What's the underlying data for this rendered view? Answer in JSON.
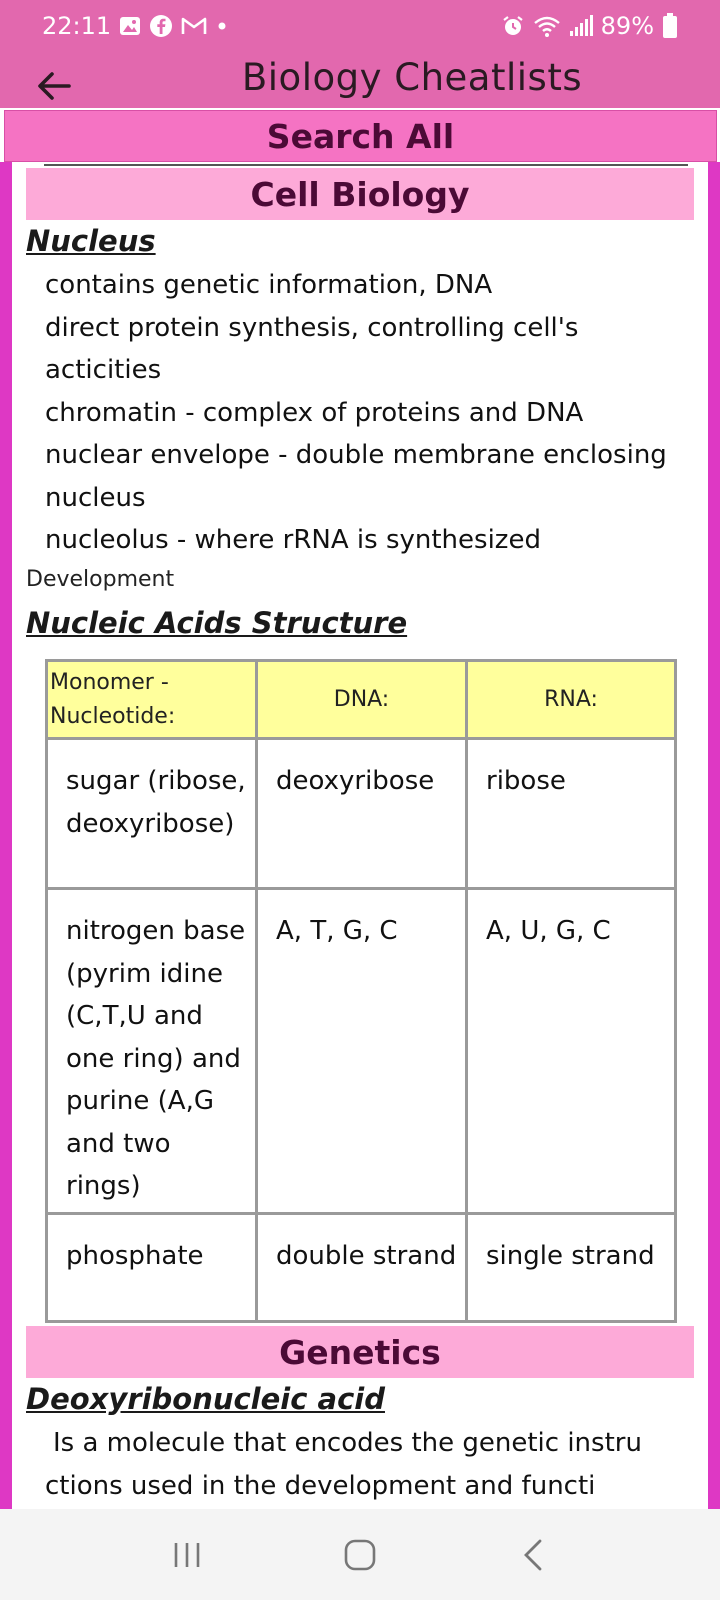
{
  "status_bar": {
    "time": "22:11",
    "notification_icons": [
      "gallery-icon",
      "facebook-icon",
      "gmail-icon",
      "dot-icon"
    ],
    "battery": "89%",
    "system_icons": [
      "alarm-icon",
      "wifi-icon",
      "signal-icon",
      "battery-icon"
    ]
  },
  "app_bar": {
    "title": "Biology Cheatlists"
  },
  "search": {
    "label": "Search All"
  },
  "sections": {
    "cell_biology": "Cell Biology",
    "genetics": "Genetics"
  },
  "nucleus": {
    "title": "Nucleus",
    "lines": [
      "contains genetic information, DNA",
      "direct protein synthesis, controlling cell's acticities",
      "chromatin - complex of proteins and DNA",
      "nuclear envelope - double membrane enclosing nucleus",
      "nucleolus - where rRNA is synthesized"
    ]
  },
  "development_label": "Development",
  "nucleic_acids": {
    "title": "Nucleic Acids Structure",
    "headers": [
      "Monomer - Nucleotide:",
      "DNA:",
      "RNA:"
    ],
    "rows": [
      [
        "sugar (ribose, deoxyribose)",
        "deoxyribose",
        "ribose"
      ],
      [
        "nitrogen base (pyrim idine (C,T,U and one ring) and purine (A,G and two rings)",
        "A, T, G, C",
        "A, U, G, C"
      ],
      [
        "phosphate",
        "double strand",
        "single strand"
      ]
    ]
  },
  "dna": {
    "title": "Deoxyribonucleic acid",
    "text": "Is a molecule that encodes the genetic instru ctions used in the development and functi"
  },
  "colors": {
    "status_bar": "#e268ae",
    "search_bar": "#f573c3",
    "section_header": "#fdaad8",
    "frame": "#de38c4",
    "table_header": "#ffff9c"
  }
}
